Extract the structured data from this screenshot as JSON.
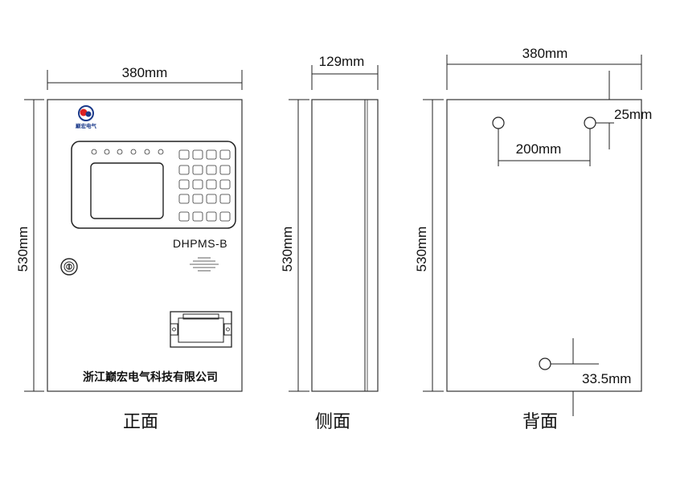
{
  "front": {
    "caption": "正面",
    "width_label": "380mm",
    "height_label": "530mm",
    "model": "DHPMS-B",
    "company": "浙江巅宏电气科技有限公司",
    "brand": "巅宏电气",
    "logo_icon": "brand-logo-icon"
  },
  "side": {
    "caption": "侧面",
    "width_label": "129mm",
    "height_label": "530mm"
  },
  "back": {
    "caption": "背面",
    "width_label": "380mm",
    "height_label": "530mm",
    "hole_spacing_label": "200mm",
    "top_offset_label": "25mm",
    "bottom_offset_label": "33.5mm"
  }
}
